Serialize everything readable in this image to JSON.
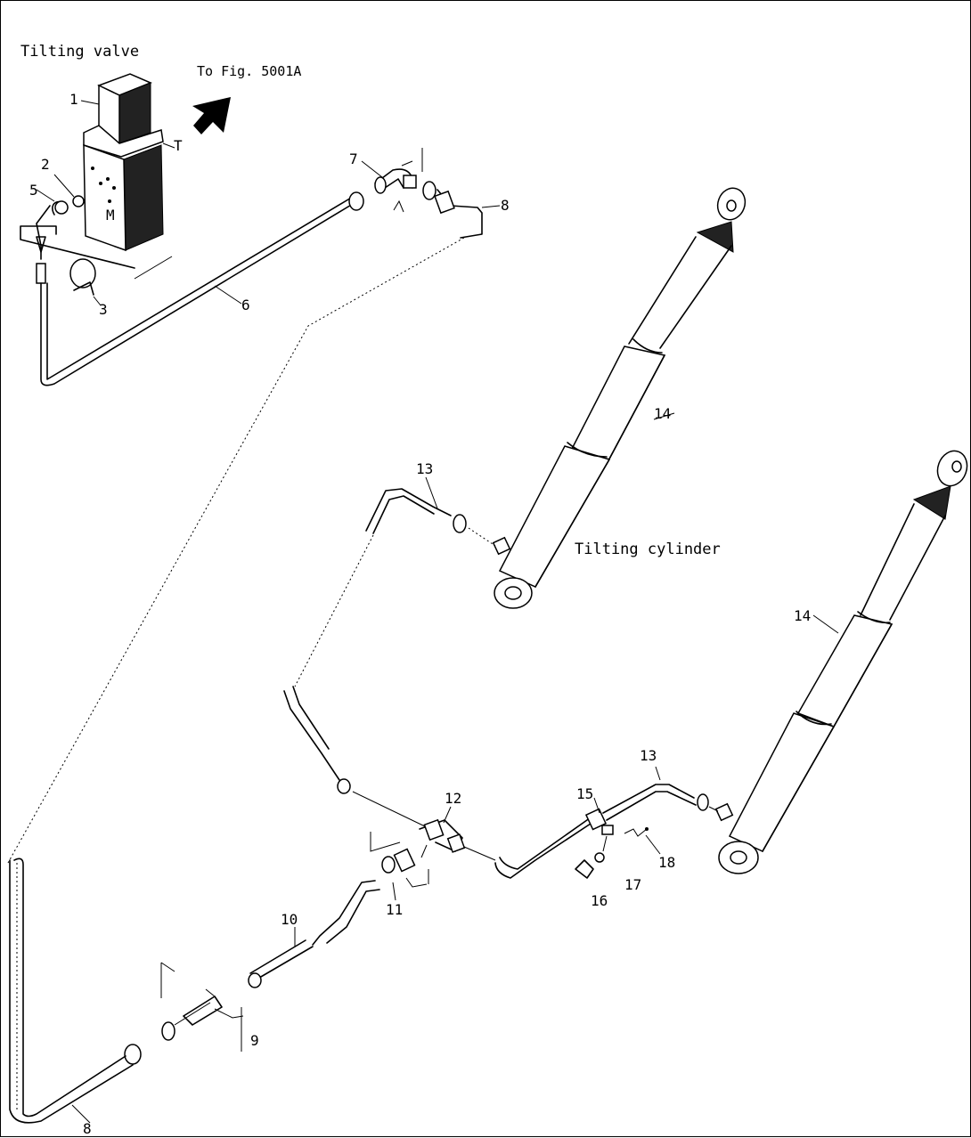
{
  "labels": {
    "tilting_valve": "Tilting valve",
    "to_fig": "To Fig. 5001A",
    "tilting_cylinder": "Tilting cylinder",
    "port_t": "T",
    "port_m": "M"
  },
  "callouts": [
    "1",
    "2",
    "3",
    "5",
    "6",
    "7",
    "8",
    "8",
    "10",
    "11",
    "12",
    "13",
    "13",
    "14",
    "14",
    "15",
    "16",
    "17",
    "18",
    "9"
  ],
  "colors": {
    "line": "#000000",
    "shade": "#222222",
    "background": "#ffffff"
  }
}
